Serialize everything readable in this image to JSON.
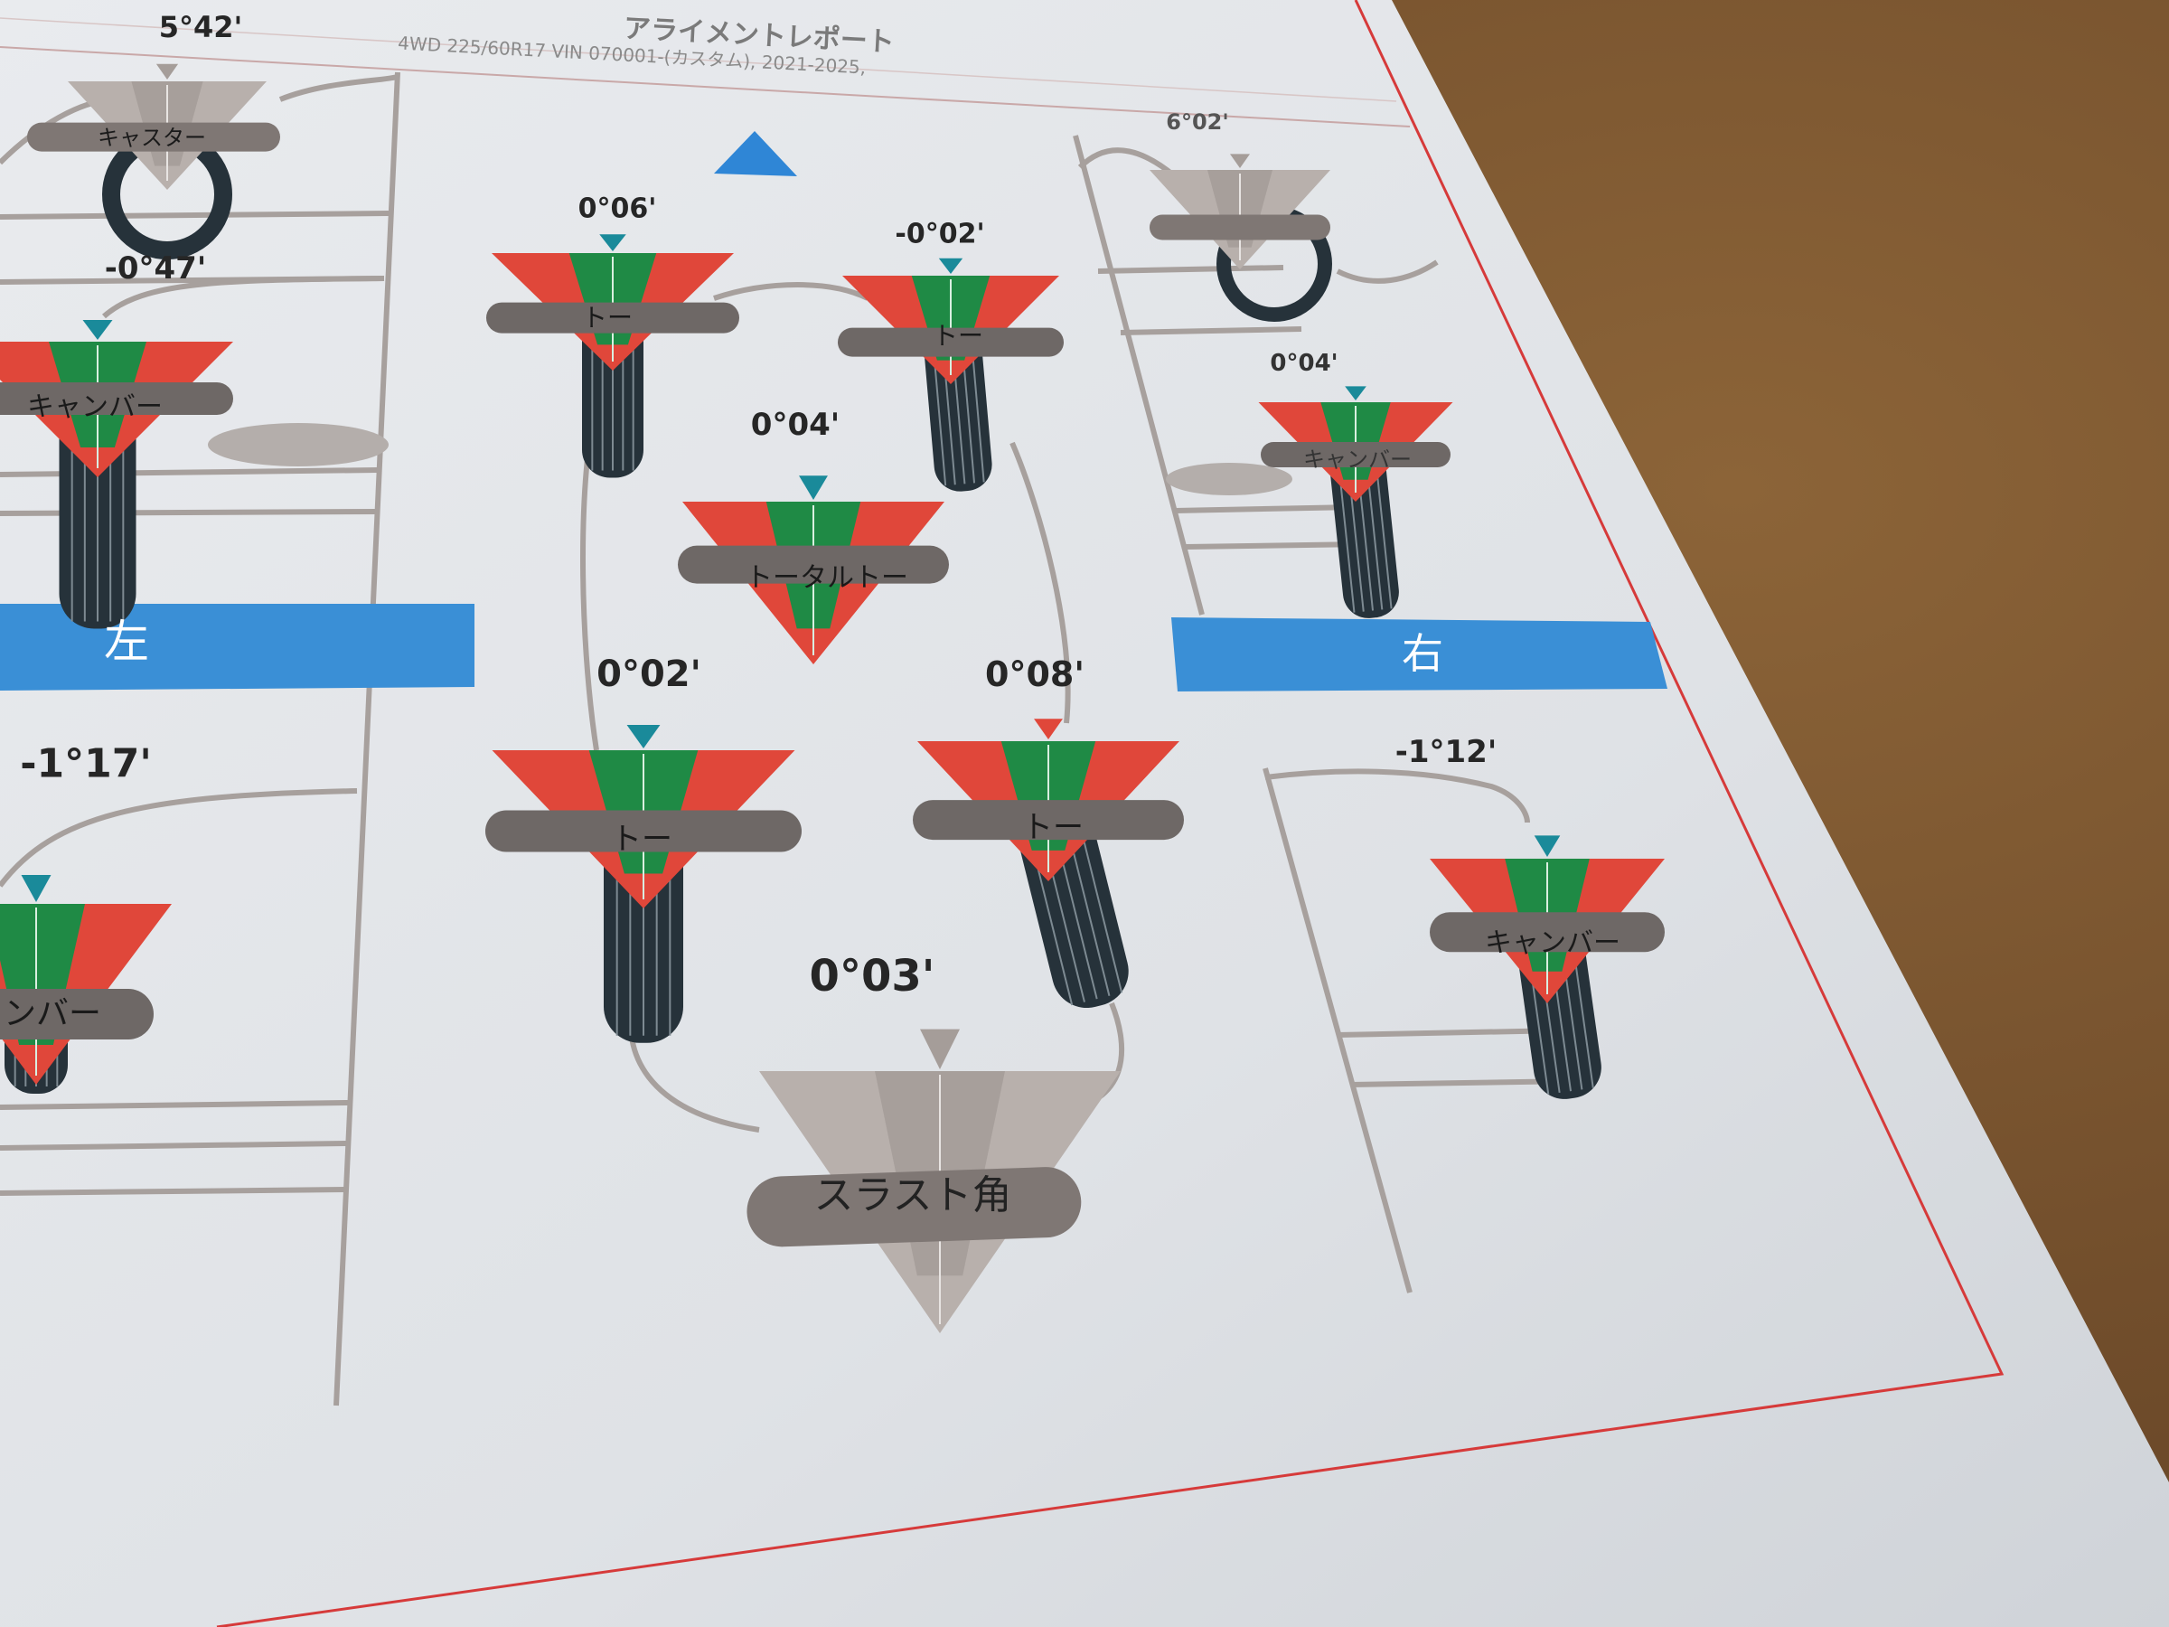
{
  "header": {
    "title": "アライメントレポート",
    "vehicle": "4WD 225/60R17 VIN 070001-(カスタム), 2021-2025,"
  },
  "sides": {
    "left": "左",
    "right": "右"
  },
  "left": {
    "caster": {
      "value": "5°42'",
      "label": "キャスター"
    },
    "camber_front": {
      "value": "-0°47'",
      "label": "キャンバー"
    },
    "camber_rear": {
      "value": "-1°17'",
      "label": "ンバー"
    }
  },
  "right": {
    "caster": {
      "value": "6°02'"
    },
    "camber_front": {
      "value": "0°04'",
      "label": "キャンバー"
    },
    "camber_rear": {
      "value": "-1°12'",
      "label": "キャンバー"
    }
  },
  "center": {
    "toe_fl": {
      "value": "0°06'",
      "label": "トー"
    },
    "toe_fr": {
      "value": "-0°02'",
      "label": "トー"
    },
    "total_toe": {
      "value": "0°04'",
      "label": "トータルトー"
    },
    "toe_rl": {
      "value": "0°02'",
      "label": "トー"
    },
    "toe_rr": {
      "value": "0°08'",
      "label": "トー"
    },
    "thrust": {
      "value": "0°03'",
      "label": "スラスト角"
    }
  },
  "colors": {
    "red": "#e0473a",
    "green": "#1f8a45",
    "teal": "#1a8a9a",
    "blue_bar": "#3a8fd6",
    "gray_gauge": "#b8b0ac",
    "pill": "#6e6866",
    "border_red": "#d63a3a"
  }
}
